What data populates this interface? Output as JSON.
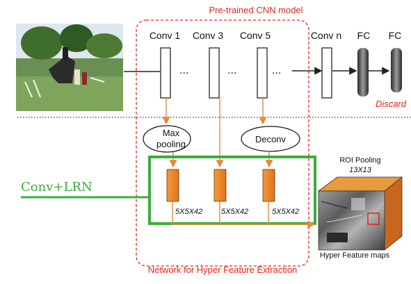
{
  "title": "Pre-trained CNN model",
  "network_caption": "Network for Hyper Feature Extraction",
  "backbone": {
    "layers": [
      "Conv 1",
      "Conv 3",
      "Conv 5",
      "Conv n"
    ],
    "ellipsis": "...",
    "fc_labels": [
      "FC",
      "FC"
    ],
    "discard_label": "Discard"
  },
  "ops": {
    "max_pooling": "Max\npooling",
    "deconv": "Deconv"
  },
  "feature_blocks": {
    "size_label": "5X5X42"
  },
  "conv_lrn_label": "Conv+LRN",
  "roi": {
    "title": "ROI Pooling",
    "size": "13X13",
    "maps_label": "Hyper Feature maps"
  },
  "colors": {
    "accent_red": "#e8231c",
    "orange": "#f07f2a",
    "green": "#3aae3a",
    "navy": "#21406e"
  }
}
